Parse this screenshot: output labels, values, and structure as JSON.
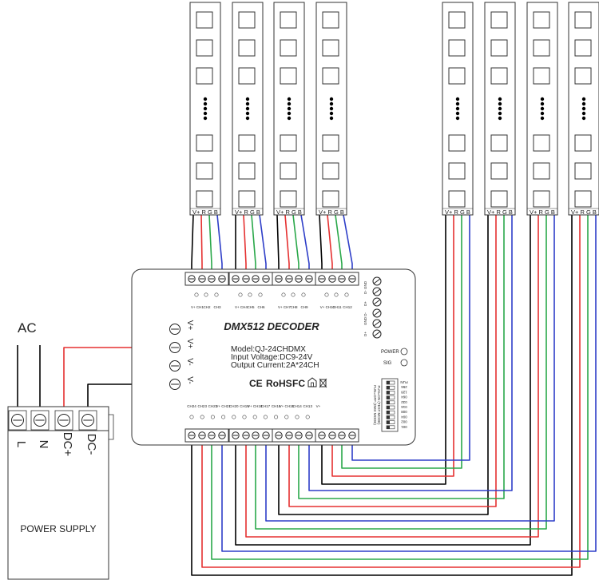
{
  "decoder": {
    "title": "DMX512 DECODER",
    "model": "Model:QJ-24CHDMX",
    "input_voltage": "Input Voltage:DC9-24V",
    "output_current": "Output Current:2A*24CH",
    "certifications": [
      "CE",
      "RoHS",
      "FC"
    ],
    "power_label": "POWER",
    "sig_label": "SIG",
    "left_terminals": [
      "V+",
      "V+",
      "V-",
      "V-"
    ],
    "dmx_terminals": [
      "D- GND",
      "D+",
      "GND D-",
      "D+"
    ],
    "dip_labels": [
      "FUN",
      "256",
      "128",
      "064",
      "032",
      "016",
      "008",
      "004",
      "002",
      "001"
    ],
    "dip_mode_text": [
      "FUN=OFF (DMX MODE)",
      "FUN=ON (TEST MODE)"
    ],
    "top_channel_labels": [
      "V+ CH1",
      "CH2",
      "CH3",
      "V+ CH4",
      "CH5",
      "CH6",
      "V+ CH7",
      "CH8",
      "CH9",
      "V+ CH10",
      "CH11",
      "CH12"
    ],
    "bottom_channel_labels": [
      "CH24",
      "CH23",
      "CH22",
      "V+ CH21",
      "CH20",
      "CH19",
      "V+ CH18",
      "CH17",
      "CH16",
      "V+ CH15",
      "CH14",
      "CH13",
      "V+"
    ]
  },
  "power_supply": {
    "input_label": "AC",
    "label": "POWER SUPPLY",
    "terminals": [
      "L",
      "N",
      "DC+",
      "DC-"
    ]
  },
  "led_strips": {
    "pin_label": "V+ R G B",
    "count": 8
  },
  "colors": {
    "line": "#000000",
    "red": "#e53030",
    "green": "#2aa84a",
    "blue": "#2e3ec8",
    "power_pos": "#e53030",
    "power_neg": "#000000"
  }
}
